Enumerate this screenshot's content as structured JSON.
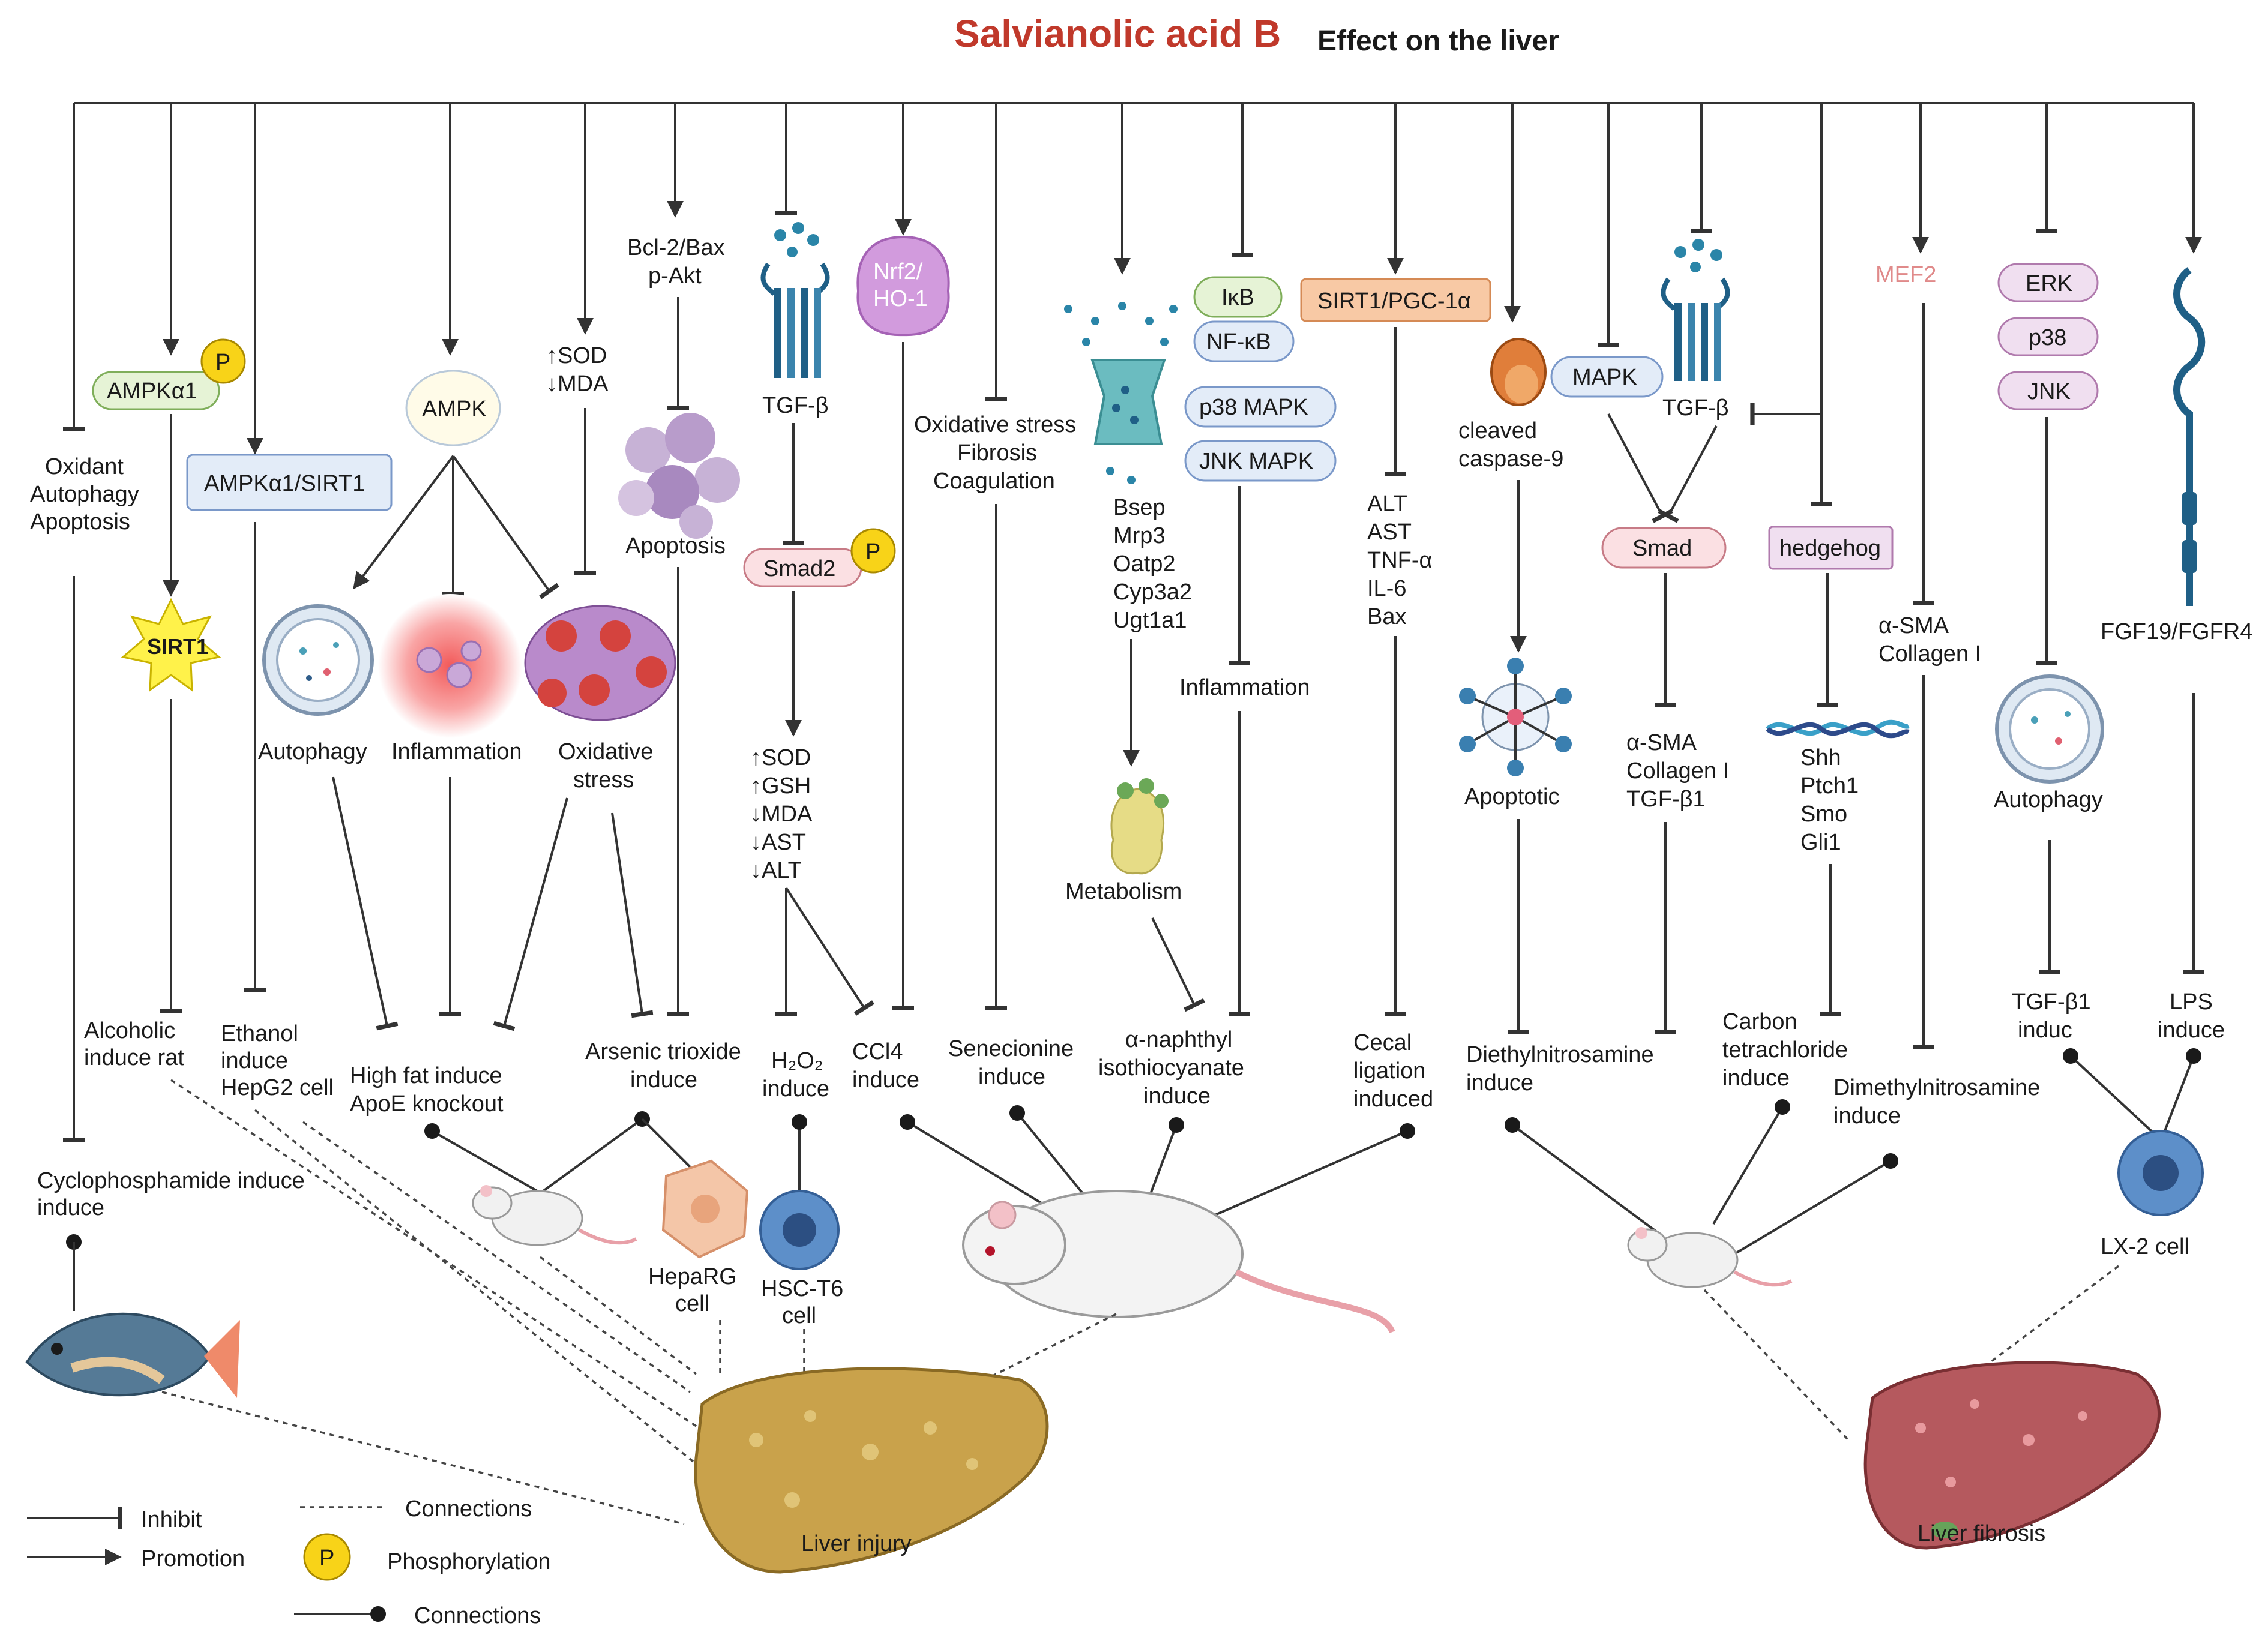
{
  "title": {
    "main": "Salvianolic acid B",
    "sub": "Effect on the liver"
  },
  "colors": {
    "title": "#c0392b",
    "line": "#333333",
    "mef2": "#e08a8a",
    "receptor": "#1f5f86",
    "liver_injury": "#c9a24b",
    "liver_fibrosis": "#b5595e",
    "phospho": "#f8d318"
  },
  "columns": {
    "c1": {
      "processes": [
        "Oxidant",
        "Autophagy",
        "Apoptosis"
      ],
      "model": "Cyclophosphamide induce"
    },
    "c2": {
      "ampk": "AMPKα1",
      "phospho": "P",
      "sirt1": "SIRT1",
      "model": [
        "Alcoholic",
        "induce rat"
      ]
    },
    "c3": {
      "box": "AMPKα1/SIRT1",
      "model": [
        "Ethanol",
        "induce",
        "HepG2 cell"
      ]
    },
    "c4": {
      "ampk": "AMPK",
      "effects": [
        "Autophagy",
        "Inflammation",
        "Oxidative",
        "stress"
      ],
      "model": [
        "High fat induce",
        "ApoE knockout"
      ]
    },
    "c5": {
      "markers": [
        "↑SOD",
        "↓MDA"
      ],
      "model": [
        "Arsenic trioxide",
        "induce"
      ]
    },
    "c6": {
      "markers": [
        "Bcl-2/Bax",
        "p-Akt"
      ],
      "effect": "Apoptosis"
    },
    "c7": {
      "receptor": "TGF-β",
      "smad": "Smad2",
      "phospho": "P",
      "markers": [
        "↑SOD",
        "↑GSH",
        "↓MDA",
        "↓AST",
        "↓ALT"
      ],
      "model": [
        "H₂O₂",
        "induce"
      ]
    },
    "c8": {
      "nrf2": [
        "Nrf2/",
        "HO-1"
      ],
      "model": [
        "CCl4",
        "induce"
      ]
    },
    "c9": {
      "processes": [
        "Oxidative stress",
        "Fibrosis",
        "Coagulation"
      ],
      "model": [
        "Senecionine",
        "induce"
      ]
    },
    "c10": {
      "transporters": [
        "Bsep",
        "Mrp3",
        "Oatp2",
        "Cyp3a2",
        "Ugt1a1"
      ],
      "effect": "Metabolism",
      "model": [
        "α-naphthyl",
        "isothiocyanate",
        "induce"
      ]
    },
    "c11": {
      "pills": [
        "IκB",
        "NF-κB",
        "p38 MAPK",
        "JNK MAPK"
      ],
      "effect": "Inflammation"
    },
    "c12": {
      "box": "SIRT1/PGC-1α",
      "markers": [
        "ALT",
        "AST",
        "TNF-α",
        "IL-6",
        "Bax"
      ],
      "model": [
        "Cecal",
        "ligation",
        "induced"
      ]
    },
    "c13": {
      "label": [
        "cleaved",
        "caspase-9"
      ],
      "effect": "Apoptotic",
      "model": [
        "Diethylnitrosamine",
        "induce"
      ]
    },
    "c14": {
      "mapk": "MAPK",
      "receptor": "TGF-β",
      "smad": "Smad",
      "markers": [
        "α-SMA",
        "Collagen I",
        "TGF-β1"
      ],
      "model": [
        "Carbon",
        "tetrachloride",
        "induce"
      ]
    },
    "c15": {
      "box": "hedgehog",
      "genes": [
        "Shh",
        "Ptch1",
        "Smo",
        "Gli1"
      ]
    },
    "c16": {
      "mef2": "MEF2",
      "markers": [
        "α-SMA",
        "Collagen I"
      ],
      "model": [
        "Dimethylnitrosamine",
        "induce"
      ]
    },
    "c17": {
      "pills": [
        "ERK",
        "p38",
        "JNK"
      ],
      "effect": "Autophagy",
      "model": [
        "TGF-β1",
        "induc"
      ]
    },
    "c18": {
      "receptor": "FGF19/FGFR4",
      "model": [
        "LPS",
        "induce"
      ]
    }
  },
  "cells": {
    "heparg": [
      "HepaRG",
      "cell"
    ],
    "hsc": [
      "HSC-T6",
      "cell"
    ],
    "lx2": "LX-2 cell"
  },
  "outcomes": {
    "injury": "Liver injury",
    "fibrosis": "Liver fibrosis"
  },
  "legend": {
    "inhibit": "Inhibit",
    "promotion": "Promotion",
    "connections_dotted": "Connections",
    "phospho_badge": "P",
    "phosphorylation": "Phosphorylation",
    "connections_solid": "Connections"
  }
}
